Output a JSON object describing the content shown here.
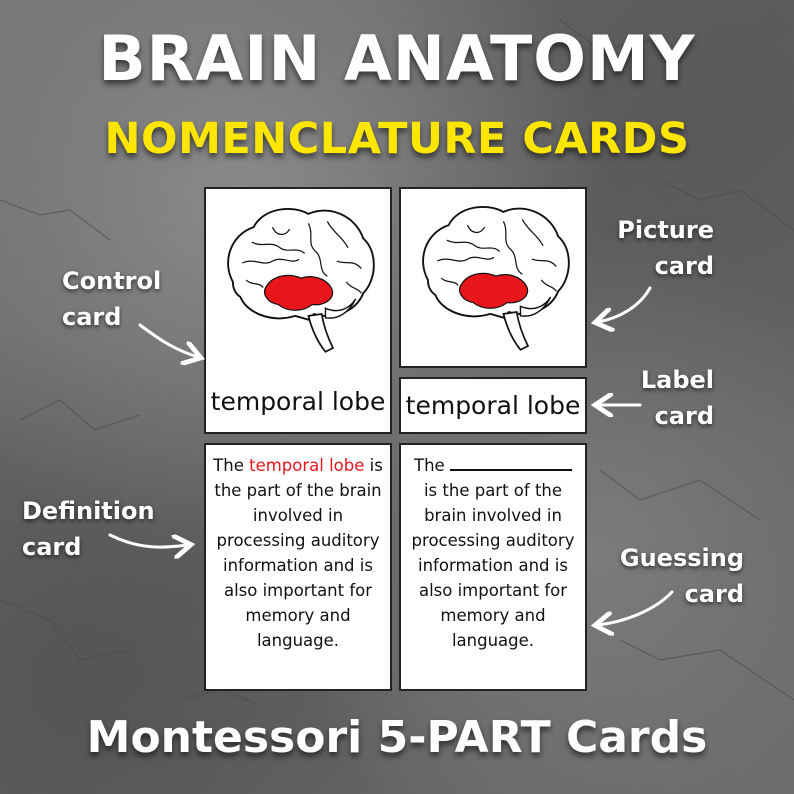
{
  "title": "BRAIN ANATOMY",
  "subtitle": "NOMENCLATURE CARDS",
  "footer": "Montessori 5-PART Cards",
  "cards": {
    "term": "temporal lobe",
    "definition_start": "The",
    "definition_rest": "is the part of the brain involved in processing auditory information and is also important for memory and language."
  },
  "callouts": {
    "control": [
      "Control",
      "card"
    ],
    "picture": [
      "Picture",
      "card"
    ],
    "label": [
      "Label",
      "card"
    ],
    "definition": [
      "Definition",
      "card"
    ],
    "guessing": [
      "Guessing",
      "card"
    ]
  },
  "colors": {
    "highlight": "#e8161b",
    "subtitle": "#ffe600"
  },
  "icons": [
    "brain-illustration-icon",
    "arrow-icon"
  ]
}
